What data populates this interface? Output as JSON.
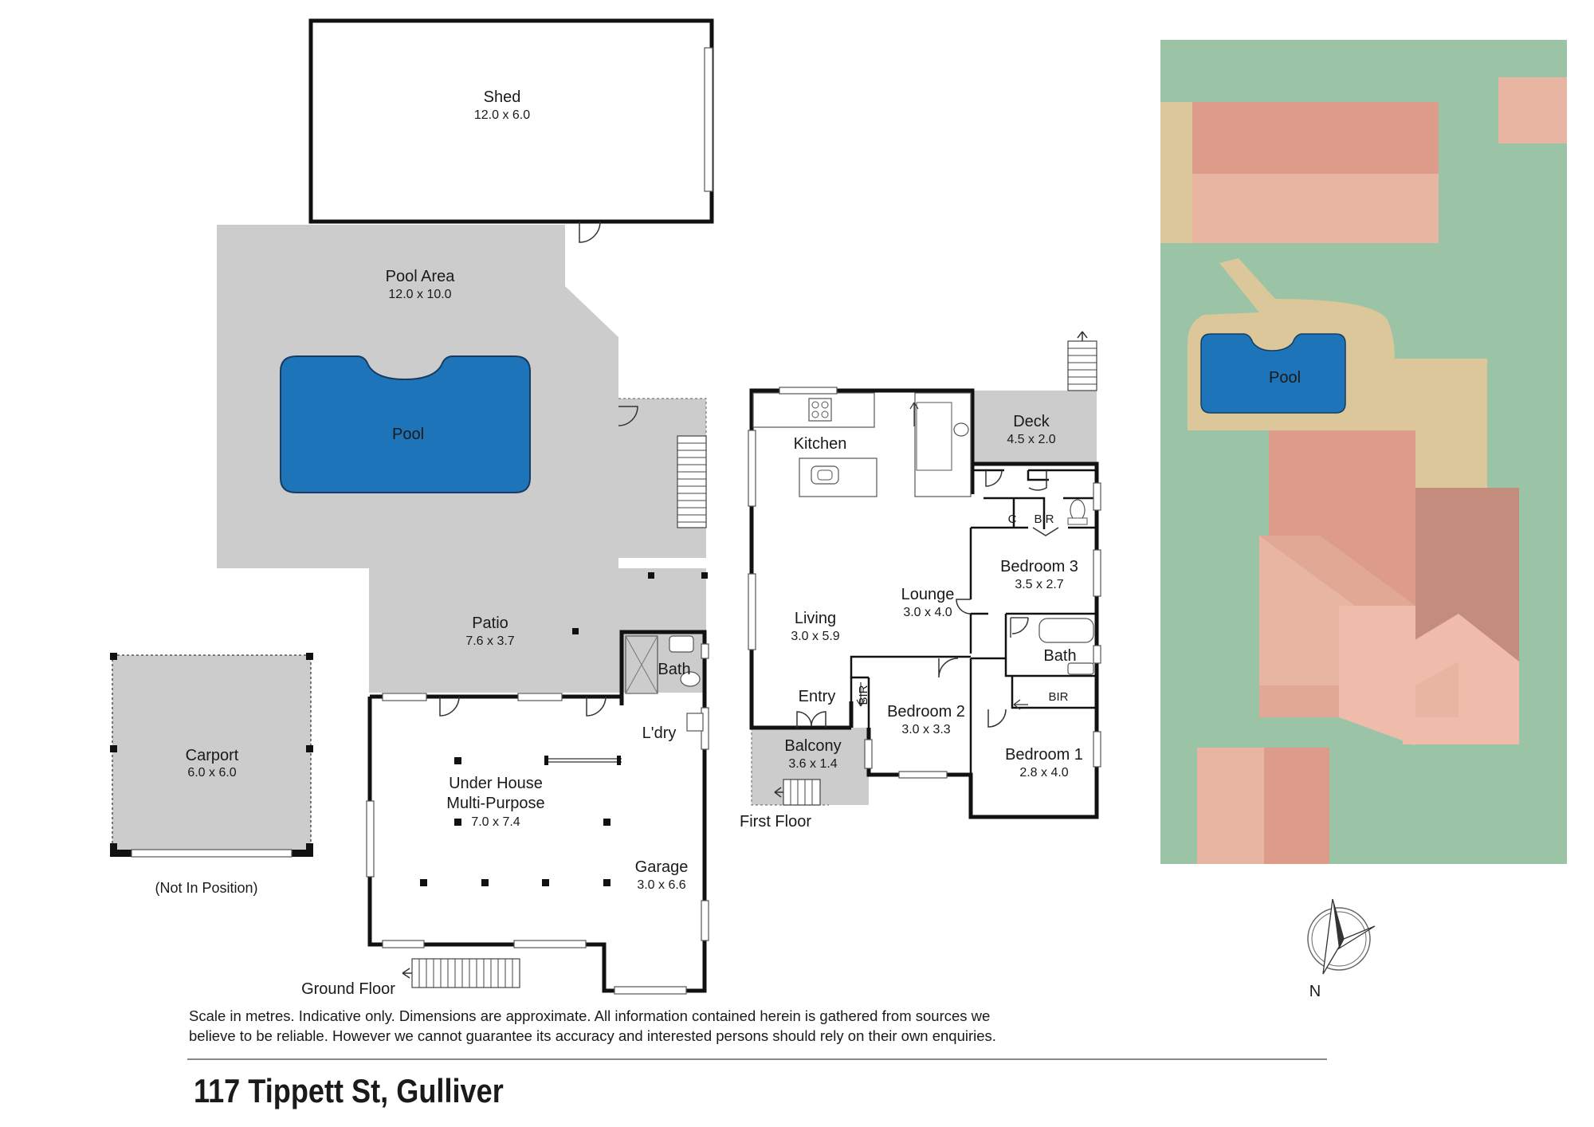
{
  "property": {
    "address": "117 Tippett St, Gulliver",
    "disclaimer_line1": "Scale in metres. Indicative only. Dimensions are approximate. All information contained herein is gathered from sources we",
    "disclaimer_line2": "believe to be reliable. However we cannot guarantee its accuracy and interested persons should rely on their own enquiries."
  },
  "floors": {
    "ground": "Ground Floor",
    "first": "First Floor"
  },
  "rooms": {
    "shed": {
      "name": "Shed",
      "size": "12.0 x 6.0"
    },
    "pool_area": {
      "name": "Pool Area",
      "size": "12.0 x 10.0"
    },
    "pool": {
      "name": "Pool"
    },
    "patio": {
      "name": "Patio",
      "size": "7.6 x 3.7"
    },
    "carport": {
      "name": "Carport",
      "size": "6.0 x 6.0",
      "note": "(Not In Position)"
    },
    "ground_bath": {
      "name": "Bath"
    },
    "laundry": {
      "name": "L'dry"
    },
    "under_house": {
      "name_line1": "Under House",
      "name_line2": "Multi-Purpose",
      "size": "7.0 x 7.4"
    },
    "garage": {
      "name": "Garage",
      "size": "3.0 x 6.6"
    },
    "kitchen": {
      "name": "Kitchen"
    },
    "living": {
      "name": "Living",
      "size": "3.0 x 5.9"
    },
    "lounge": {
      "name": "Lounge",
      "size": "3.0 x 4.0"
    },
    "deck": {
      "name": "Deck",
      "size": "4.5 x 2.0"
    },
    "cupboard": {
      "name": "C"
    },
    "bir_top": {
      "name": "BIR"
    },
    "bedroom3": {
      "name": "Bedroom 3",
      "size": "3.5 x 2.7"
    },
    "first_bath": {
      "name": "Bath"
    },
    "bir_right": {
      "name": "BIR"
    },
    "bir_left": {
      "name": "BIR"
    },
    "bedroom2": {
      "name": "Bedroom 2",
      "size": "3.0 x 3.3"
    },
    "bedroom1": {
      "name": "Bedroom 1",
      "size": "2.8 x 4.0"
    },
    "entry": {
      "name": "Entry"
    },
    "balcony": {
      "name": "Balcony",
      "size": "3.6 x 1.4"
    }
  },
  "site_plan": {
    "pool_label": "Pool",
    "north_label": "N"
  },
  "colors": {
    "pool_blue": "#1e74b8",
    "paving_grey": "#cccccc",
    "lawn_green": "#9bc4a6",
    "sand": "#dcc79a",
    "roof_dark": "#dd9b8a",
    "roof_light": "#e9b5a3",
    "roof_shade": "#c48c7d"
  }
}
